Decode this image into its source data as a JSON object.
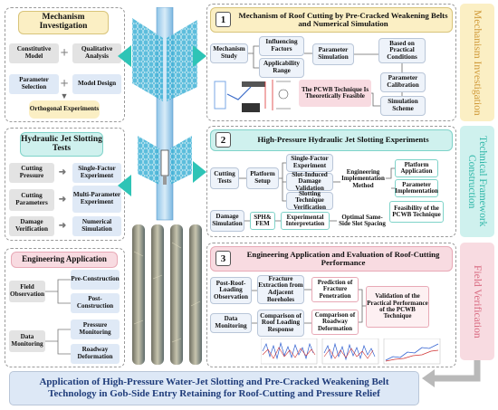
{
  "colors": {
    "yellow": "#fbefc4",
    "cyan": "#cff1ee",
    "pink": "#f8dbe1",
    "blue": "#dde8f6",
    "gray": "#e3e3e3",
    "orange": "#f0a35a"
  },
  "left": {
    "mechanism": {
      "title": "Mechanism Investigation",
      "constitutive": "Constitutive Model",
      "qualitative": "Qualitative Analysis",
      "parameter": "Parameter Selection",
      "model": "Model Design",
      "orthogonal": "Orthogonal Experiments"
    },
    "hydraulic": {
      "title": "Hydraulic Jet Slotting Tests",
      "rows": [
        {
          "left": "Cutting Pressure",
          "right": "Single-Factor Experiment"
        },
        {
          "left": "Cutting Parameters",
          "right": "Multi-Parameter Experiment"
        },
        {
          "left": "Damage Verification",
          "right": "Numerical Simulation"
        }
      ]
    },
    "engineering": {
      "title": "Engineering Application",
      "field": "Field Observation",
      "pre": "Pre-Construction",
      "post": "Post-Construction",
      "data": "Data Monitoring",
      "pressure": "Pressure Monitoring",
      "roadway": "Roadway Deformation"
    }
  },
  "s1": {
    "num": "1",
    "title": "Mechanism of Roof Cutting by Pre-Cracked Weakening Belts and Numerical Simulation",
    "mech_study": "Mechanism Study",
    "influencing": "Influencing Factors",
    "applicability": "Applicability Range",
    "param_sim": "Parameter Simulation",
    "based": "Based on Practical Conditions",
    "calibration": "Parameter Calibration",
    "scheme": "Simulation Scheme",
    "feasible": "The PCWB Technique Is Theoretically Feasible"
  },
  "s2": {
    "num": "2",
    "title": "High-Pressure Hydraulic Jet Slotting Experiments",
    "cutting": "Cutting Tests",
    "platform": "Platform Setup",
    "single": "Single-Factor Experiment",
    "slot_damage": "Slot-Induced Damage Validation",
    "slotting_ver": "Slotting Technique Verification",
    "eng_impl": "Engineering Implementation Method",
    "platform_app": "Platform Application",
    "param_impl": "Parameter Implementation",
    "feas": "Feasibility of the PCWB Technique",
    "damage_sim": "Damage Simulation",
    "sph": "SPH& FEM",
    "exp_interp": "Experimental Interpretation",
    "optimal": "Optimal Same-Side Slot Spacing"
  },
  "s3": {
    "num": "3",
    "title": "Engineering Application and Evaluation of Roof-Cutting Performance",
    "post_roof": "Post-Roof-Loading Observation",
    "fracture_ext": "Fracture Extraction from Adjacent Boreholes",
    "prediction": "Prediction of Fracture Penetration",
    "data_mon": "Data Monitoring",
    "comparison_load": "Comparison of Roof Loading Response",
    "comparison_def": "Comparison of Roadway Deformation",
    "validation": "Validation of the Practical Performance of the PCWB Technique"
  },
  "side": {
    "mech": "Mechanism Investigation",
    "tech": "Technical Framework Construction",
    "field": "Field Verification"
  },
  "bottom": {
    "line1": "Application of High-Pressure Water-Jet Slotting and Pre-Cracked Weakening Belt",
    "line2": "Technology in Gob-Side Entry Retaining for Roof-Cutting and Pressure Relief"
  }
}
